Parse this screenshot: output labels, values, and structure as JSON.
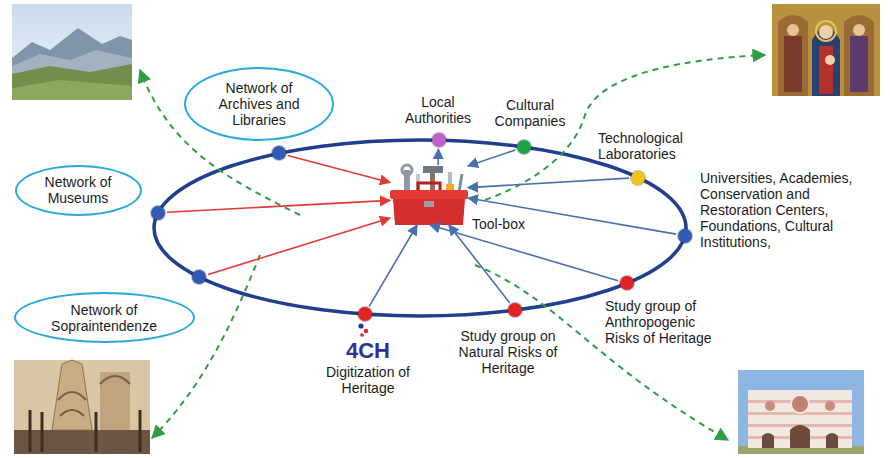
{
  "diagram": {
    "nodes": [
      {
        "text": [
          "Network of Archives and Libraries"
        ]
      },
      {
        "text": [
          "Local Authorities"
        ]
      },
      {
        "text": [
          "Cultural Companies"
        ]
      },
      {
        "text": [
          "Technological Laboratories"
        ]
      },
      {
        "text": [
          "Network of Museums"
        ]
      },
      {
        "text": [
          "Tool-box"
        ]
      },
      {
        "text": [
          "Universities, Academies, Conservation and Restoration Centers, Foundations, Cultural Institutions,"
        ]
      },
      {
        "text": [
          "Study group of Anthropogenic Risks of Heritage"
        ]
      },
      {
        "text": [
          "Network of Sopraintendenze"
        ]
      },
      {
        "text": [
          "Study group on Natural Risks of Heritage"
        ]
      },
      {
        "text": [
          "4CH",
          "Digitization of Heritage"
        ]
      }
    ],
    "edges": [
      {
        "from": 0,
        "to": 5,
        "arrow": "to"
      },
      {
        "from": 5,
        "to": 1,
        "arrow": "to"
      },
      {
        "from": 2,
        "to": 5,
        "arrow": "to"
      },
      {
        "from": 3,
        "to": 5,
        "arrow": "to"
      },
      {
        "from": 4,
        "to": 5,
        "arrow": "to"
      },
      {
        "from": 6,
        "to": 5,
        "arrow": "to"
      },
      {
        "from": 7,
        "to": 5,
        "arrow": "to"
      },
      {
        "from": 8,
        "to": 5,
        "arrow": "to"
      },
      {
        "from": 9,
        "to": 5,
        "arrow": "to"
      },
      {
        "from": 10,
        "to": 5,
        "arrow": "to"
      }
    ]
  }
}
